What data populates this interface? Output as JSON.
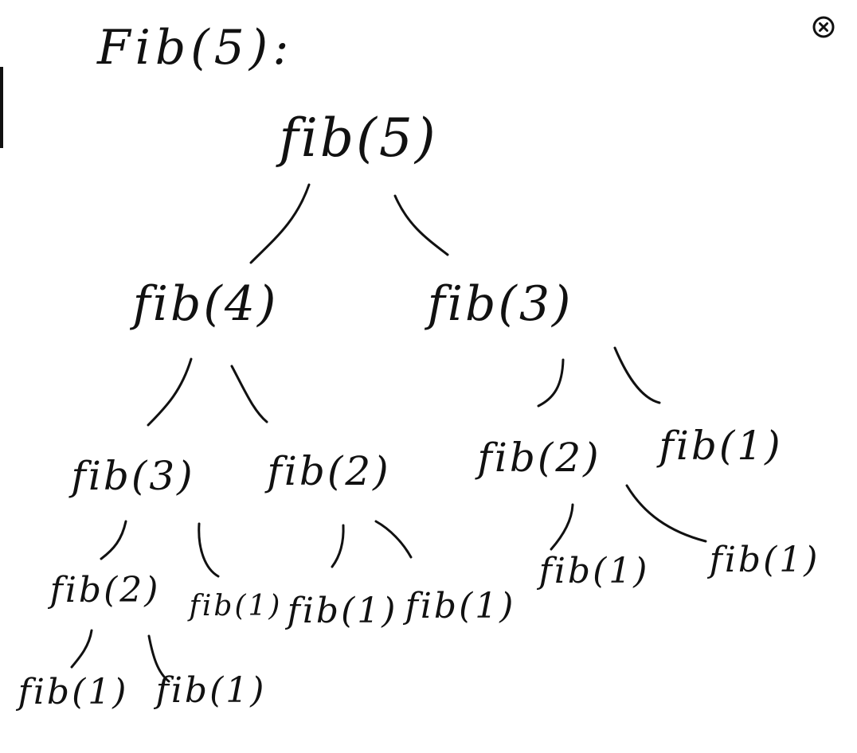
{
  "title": "Fib(5):",
  "tree": {
    "root": "fib(5)",
    "level1": {
      "left": "fib(4)",
      "right": "fib(3)"
    },
    "level2": {
      "a": "fib(3)",
      "b": "fib(2)",
      "c": "fib(2)",
      "d": "fib(1)"
    },
    "level3": {
      "a": "fib(2)",
      "b": "fib(1)",
      "c": "fib(1)",
      "d": "fib(1)",
      "e": "fib(1)",
      "f": "fib(1)"
    },
    "level4": {
      "a": "fib(1)",
      "b": "fib(1)"
    }
  },
  "icons": {
    "close": "close-circle-icon"
  },
  "colors": {
    "ink": "#111111",
    "background": "#ffffff"
  }
}
